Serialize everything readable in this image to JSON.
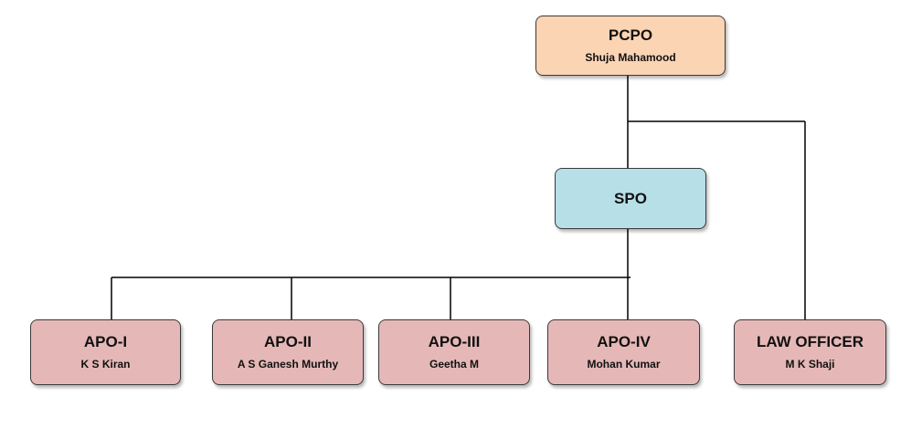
{
  "org_chart": {
    "pcpo": {
      "title": "PCPO",
      "name": "Shuja Mahamood",
      "fill": "#fbd4b4"
    },
    "spo": {
      "title": "SPO",
      "fill": "#b7dfe8"
    },
    "subordinates": [
      {
        "title": "APO-I",
        "name": "K S Kiran",
        "fill": "#e5b8b7"
      },
      {
        "title": "APO-II",
        "name": "A S Ganesh Murthy",
        "fill": "#e5b8b7"
      },
      {
        "title": "APO-III",
        "name": "Geetha M",
        "fill": "#e5b8b7"
      },
      {
        "title": "APO-IV",
        "name": "Mohan Kumar",
        "fill": "#e5b8b7"
      },
      {
        "title": "LAW OFFICER",
        "name": "M K Shaji",
        "fill": "#e5b8b7"
      }
    ],
    "connector_color": "#000000",
    "border_color": "#3a3a3a"
  }
}
